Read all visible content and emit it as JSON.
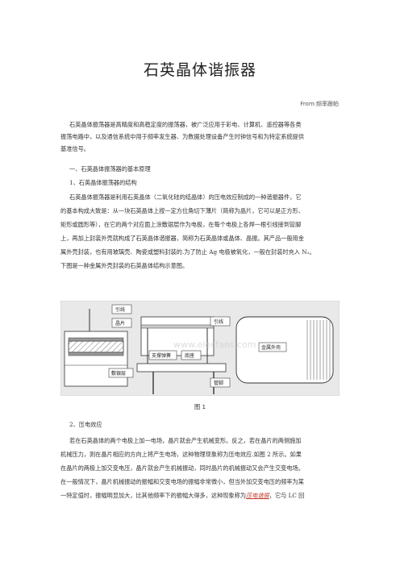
{
  "title": "石英晶体谐振器",
  "from": "From:频率跟帕",
  "intro": [
    "石英晶体振荡器是高精度和高稳定度的振荡器，被广泛应用于彩电、计算机、遥控器等各类",
    "振荡电路中，以及通信系统中用于频率发生器、为数据处理设备产生时钟信号和为特定系统提供",
    "基准信号。"
  ],
  "section1": "一、石英晶体振荡器的基本原理",
  "sub1": "1、石英晶体振荡器的结构",
  "structure": [
    "石英晶体振荡器是利用石英晶体（二氧化硅的结晶体）的压电效应制成的一种谐振器件，它",
    "的基本构成大致是：从一块石英晶体上按一定方位角切下薄片（简称为晶片，它可以是正方形、",
    "矩形或圆形等），在它的两个对应面上涂敷银层作为电极，在每个电极上各焊一根引线接到管脚",
    "上，再加上封装外壳就构成了石英晶体谐振器，简称为石英晶体或晶体、晶振。其产品一般用金",
    "属外壳封装，也有用玻璃壳、陶瓷或塑料封装的.为了防止 Ag 电极被氧化，一般在封装时充入 N₂。",
    "下图是一种金属外壳封装的石英晶体结构示意图。"
  ],
  "figure": {
    "labels": {
      "lead_left": "引线",
      "wafer": "晶片",
      "silver": "敷银层",
      "lead_right": "引线",
      "support": "支撑弹簧",
      "base": "底座",
      "pin": "管脚",
      "shell": "金属外壳",
      "watermark": "www.elecfans.com"
    },
    "caption": "图 1"
  },
  "sub2": "2、压电效应",
  "piezo": [
    "若在石英晶体的两个电极上加一电场，晶片就会产生机械变形。反之，若在晶片的两侧施加",
    "机械压力，则在晶片相应的方向上将产生电场，这种物理现象称为压电效应.如图 2 所示。如果",
    "在晶片的两极上加交变电压，晶片就会产生机械振动，同时晶片的机械振动又会产生交变电场。",
    "在一般情况下，晶片机械振动的振幅和交变电场的振幅非常微小，但当外加交变电压的频率为某"
  ],
  "last_line": {
    "before": "一特定值时，振幅明显加大，比其他频率下的振幅大得多，这种现象称为",
    "link": "压电谐振",
    "after": "，它与 LC 回"
  },
  "colors": {
    "link": "#c0392b",
    "label_border": "#444444"
  }
}
